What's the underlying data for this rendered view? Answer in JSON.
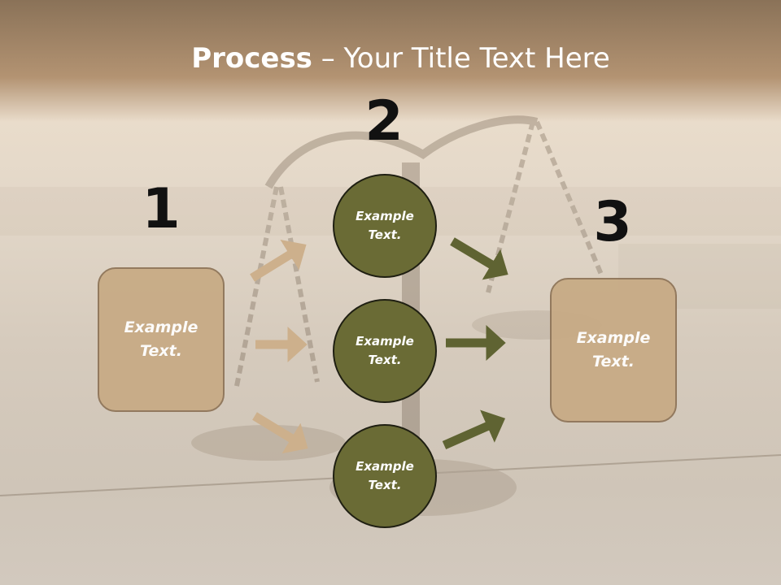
{
  "title": {
    "bold": "Process",
    "rest": " – Your Title Text Here"
  },
  "steps": {
    "one": {
      "number": "1",
      "box_text": "Example Text."
    },
    "two": {
      "number": "2",
      "circles": [
        {
          "text": "Example Text."
        },
        {
          "text": "Example Text."
        },
        {
          "text": "Example Text."
        }
      ]
    },
    "three": {
      "number": "3",
      "box_text": "Example Text."
    }
  },
  "colors": {
    "tan_box": "#c7aa84",
    "olive_circle": "#6a6b35",
    "tan_arrow": "#cdb08c",
    "olive_arrow": "#5f6332",
    "header_band": "#b39372"
  },
  "background": "scale-of-justice-photo"
}
